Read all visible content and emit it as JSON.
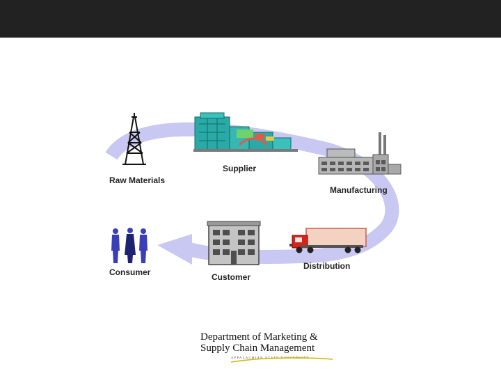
{
  "colors": {
    "topbar": "#222222",
    "cycle_arrow": "#c8c8f2",
    "label_text": "#222222",
    "logo_swoosh": "#d4b400"
  },
  "stages": [
    {
      "label": "Raw Materials",
      "icon": "oil-derrick-icon"
    },
    {
      "label": "Supplier",
      "icon": "industrial-plant-icon"
    },
    {
      "label": "Manufacturing",
      "icon": "factory-icon"
    },
    {
      "label": "Distribution",
      "icon": "delivery-truck-icon"
    },
    {
      "label": "Customer",
      "icon": "warehouse-building-icon"
    },
    {
      "label": "Consumer",
      "icon": "people-icon"
    }
  ],
  "logo": {
    "line1": "Department of Marketing &",
    "line2": "Supply Chain Management",
    "line3": "APPALACHIAN STATE UNIVERSITY"
  }
}
